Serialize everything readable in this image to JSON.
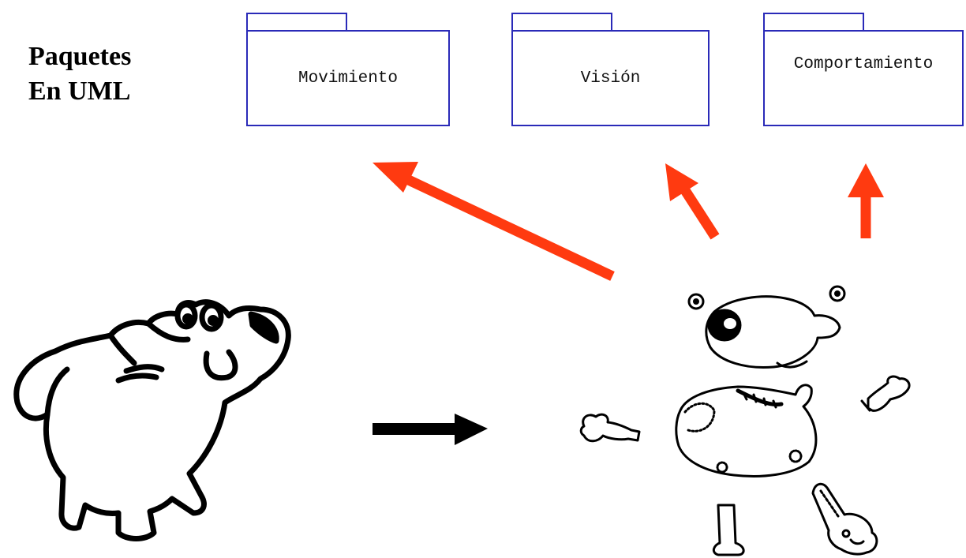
{
  "heading": {
    "line1": "Paquetes",
    "line2": "En UML"
  },
  "packages": [
    {
      "name": "Movimiento"
    },
    {
      "name": "Visión"
    },
    {
      "name": "Comportamiento"
    }
  ],
  "colors": {
    "package_border": "#2a2ab8",
    "dependency_arrow": "#ff3a10",
    "transform_arrow": "#000000"
  },
  "illustrations": {
    "whole": "cartoon-dog-whole",
    "parts": "cartoon-dog-disassembled"
  }
}
